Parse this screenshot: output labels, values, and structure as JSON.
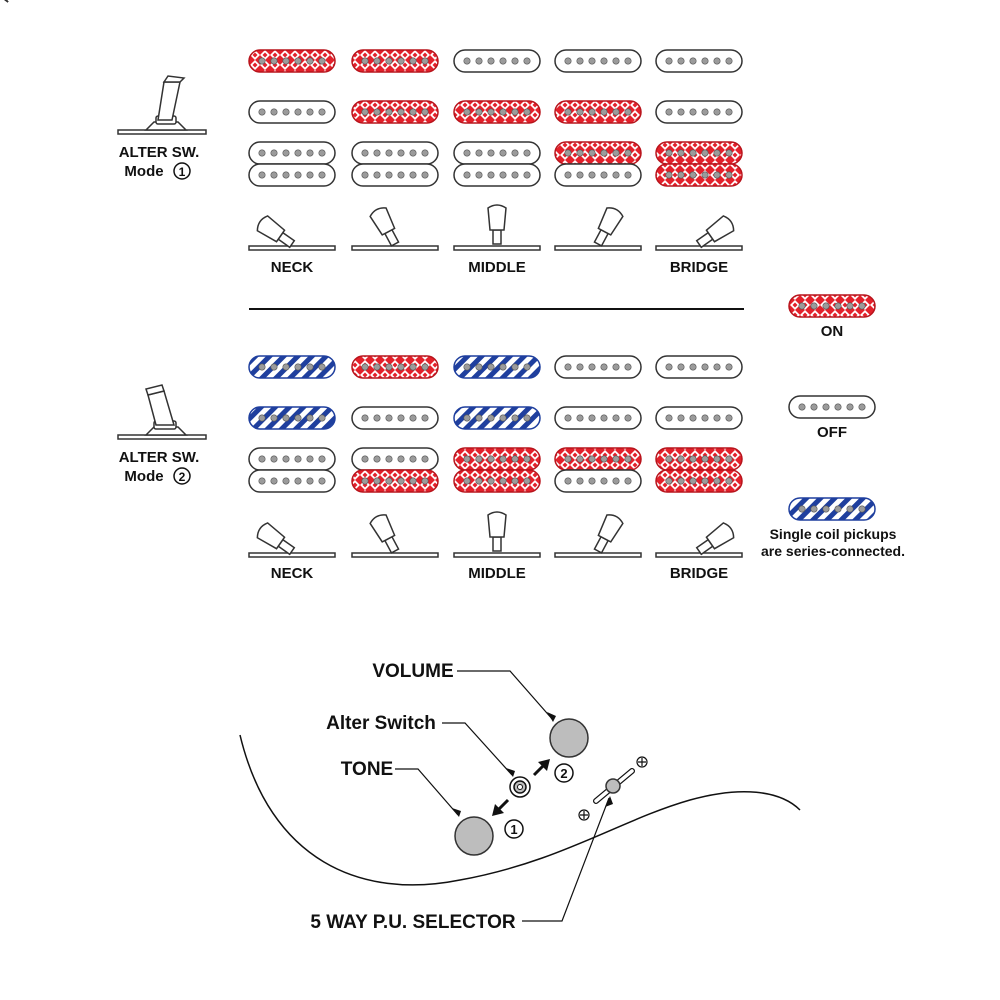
{
  "colors": {
    "on_red": "#e3212b",
    "series_blue": "#1f3f9e",
    "pole_gray": "#9b9b9b",
    "knob_gray": "#bdbdbd",
    "outline": "#333333"
  },
  "mode1": {
    "alter_label_line1": "ALTER SW.",
    "alter_label_line2": "Mode ",
    "alter_num": "1",
    "positions": [
      {
        "neck": "on",
        "middle": "off",
        "bridge": [
          "off",
          "off"
        ]
      },
      {
        "neck": "on",
        "middle": "on",
        "bridge": [
          "off",
          "off"
        ]
      },
      {
        "neck": "off",
        "middle": "on",
        "bridge": [
          "off",
          "off"
        ]
      },
      {
        "neck": "off",
        "middle": "on",
        "bridge": [
          "on",
          "off"
        ]
      },
      {
        "neck": "off",
        "middle": "off",
        "bridge": [
          "on",
          "on"
        ]
      }
    ],
    "selector_labels": [
      "NECK",
      "",
      "MIDDLE",
      "",
      "BRIDGE"
    ]
  },
  "mode2": {
    "alter_label_line1": "ALTER SW.",
    "alter_label_line2": "Mode ",
    "alter_num": "2",
    "positions": [
      {
        "neck": "series",
        "middle": "series",
        "bridge": [
          "off",
          "off"
        ]
      },
      {
        "neck": "on",
        "middle": "off",
        "bridge": [
          "off",
          "on"
        ]
      },
      {
        "neck": "series",
        "middle": "series",
        "bridge": [
          "on",
          "on"
        ]
      },
      {
        "neck": "off",
        "middle": "off",
        "bridge": [
          "on",
          "off"
        ]
      },
      {
        "neck": "off",
        "middle": "off",
        "bridge": [
          "on",
          "on"
        ]
      }
    ],
    "selector_labels": [
      "NECK",
      "",
      "MIDDLE",
      "",
      "BRIDGE"
    ]
  },
  "legend": {
    "on_label": "ON",
    "off_label": "OFF",
    "series_line1": "Single coil pickups",
    "series_line2": "are series-connected."
  },
  "controls": {
    "volume": "VOLUME",
    "alter_switch": "Alter Switch",
    "tone": "TONE",
    "selector": "5 WAY P.U. SELECTOR",
    "num1": "1",
    "num2": "2"
  }
}
